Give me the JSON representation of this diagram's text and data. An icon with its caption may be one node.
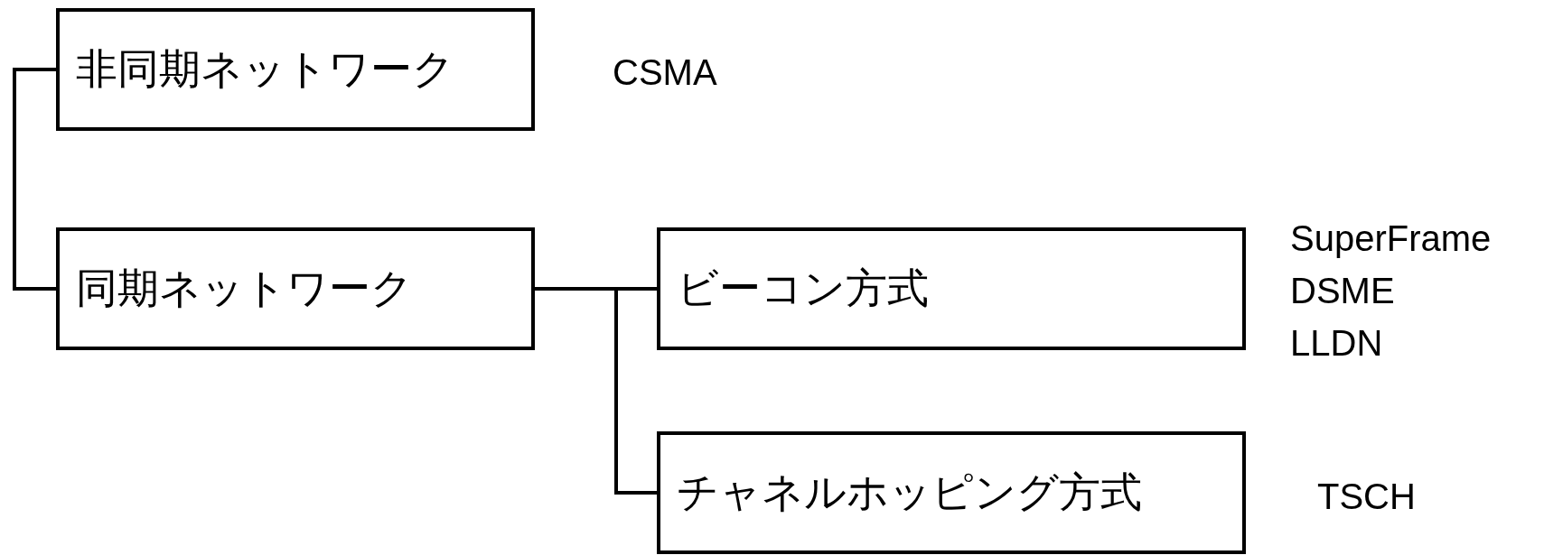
{
  "diagram": {
    "nodes": [
      {
        "text": [
          "非同期ネットワーク"
        ],
        "beside": [
          "CSMA"
        ]
      },
      {
        "text": [
          "同期ネットワーク"
        ]
      },
      {
        "text": [
          "ビーコン方式"
        ],
        "beside": [
          "SuperFrame",
          "DSME",
          "LLDN"
        ]
      },
      {
        "text": [
          "チャネルホッピング方式"
        ],
        "beside": [
          "TSCH"
        ]
      }
    ],
    "edges": [
      {
        "from": 0,
        "to": 1,
        "arrow": "none"
      },
      {
        "from": 1,
        "to": 2,
        "arrow": "none"
      },
      {
        "from": 1,
        "to": 3,
        "arrow": "none"
      }
    ]
  }
}
